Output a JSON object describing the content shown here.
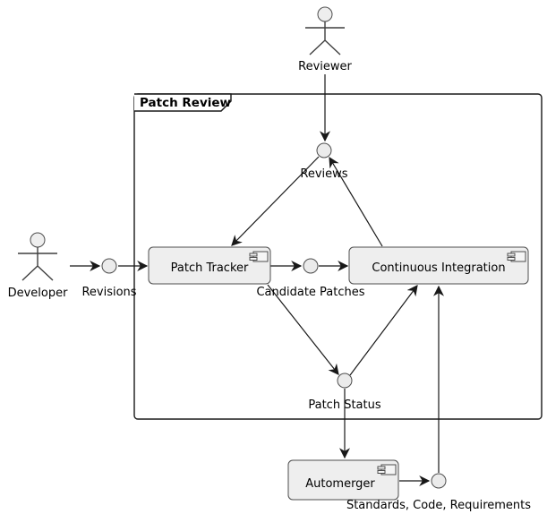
{
  "diagram_type": "uml-component-diagram",
  "frame": {
    "label": "Patch Review"
  },
  "actors": {
    "reviewer": {
      "label": "Reviewer"
    },
    "developer": {
      "label": "Developer"
    }
  },
  "components": {
    "patch_tracker": {
      "label": "Patch Tracker"
    },
    "continuous_integration": {
      "label": "Continuous Integration"
    },
    "automerger": {
      "label": "Automerger"
    }
  },
  "interfaces": {
    "revisions": {
      "label": "Revisions"
    },
    "reviews": {
      "label": "Reviews"
    },
    "candidate_patches": {
      "label": "Candidate Patches"
    },
    "patch_status": {
      "label": "Patch Status"
    },
    "standards": {
      "label": "Standards, Code, Requirements"
    }
  },
  "edges": [
    {
      "from": "Reviewer",
      "to": "Reviews"
    },
    {
      "from": "Developer",
      "to": "Revisions"
    },
    {
      "from": "Revisions",
      "to": "Patch Tracker"
    },
    {
      "from": "Patch Tracker",
      "to": "Candidate Patches"
    },
    {
      "from": "Candidate Patches",
      "to": "Continuous Integration"
    },
    {
      "from": "Reviews",
      "to": "Patch Tracker"
    },
    {
      "from": "Continuous Integration",
      "to": "Reviews"
    },
    {
      "from": "Patch Tracker",
      "to": "Patch Status"
    },
    {
      "from": "Patch Status",
      "to": "Continuous Integration"
    },
    {
      "from": "Patch Status",
      "to": "Automerger"
    },
    {
      "from": "Automerger",
      "to": "Standards, Code, Requirements"
    },
    {
      "from": "Standards, Code, Requirements",
      "to": "Continuous Integration"
    }
  ],
  "colors": {
    "background": "#ffffff",
    "node_fill": "#eeeeee",
    "node_border": "#4d4d4d",
    "line": "#181818",
    "text": "#000000"
  }
}
